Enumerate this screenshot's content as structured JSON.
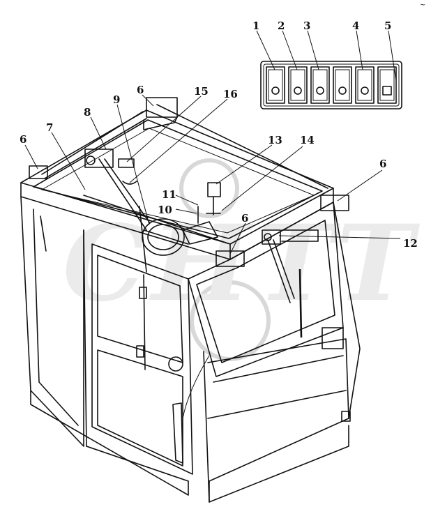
{
  "callouts": [
    "1",
    "2",
    "3",
    "4",
    "5",
    "6",
    "7",
    "8",
    "9",
    "10",
    "11",
    "12",
    "13",
    "14",
    "15",
    "16"
  ],
  "switch_panel": {
    "switch_count": 6,
    "switch_icons": [
      "fan-icon",
      "fan-icon",
      "lamp-icon",
      "lamp-icon",
      "wiper-icon",
      "blank-icon"
    ]
  },
  "watermark": "CHTT",
  "corner_mark": "~"
}
